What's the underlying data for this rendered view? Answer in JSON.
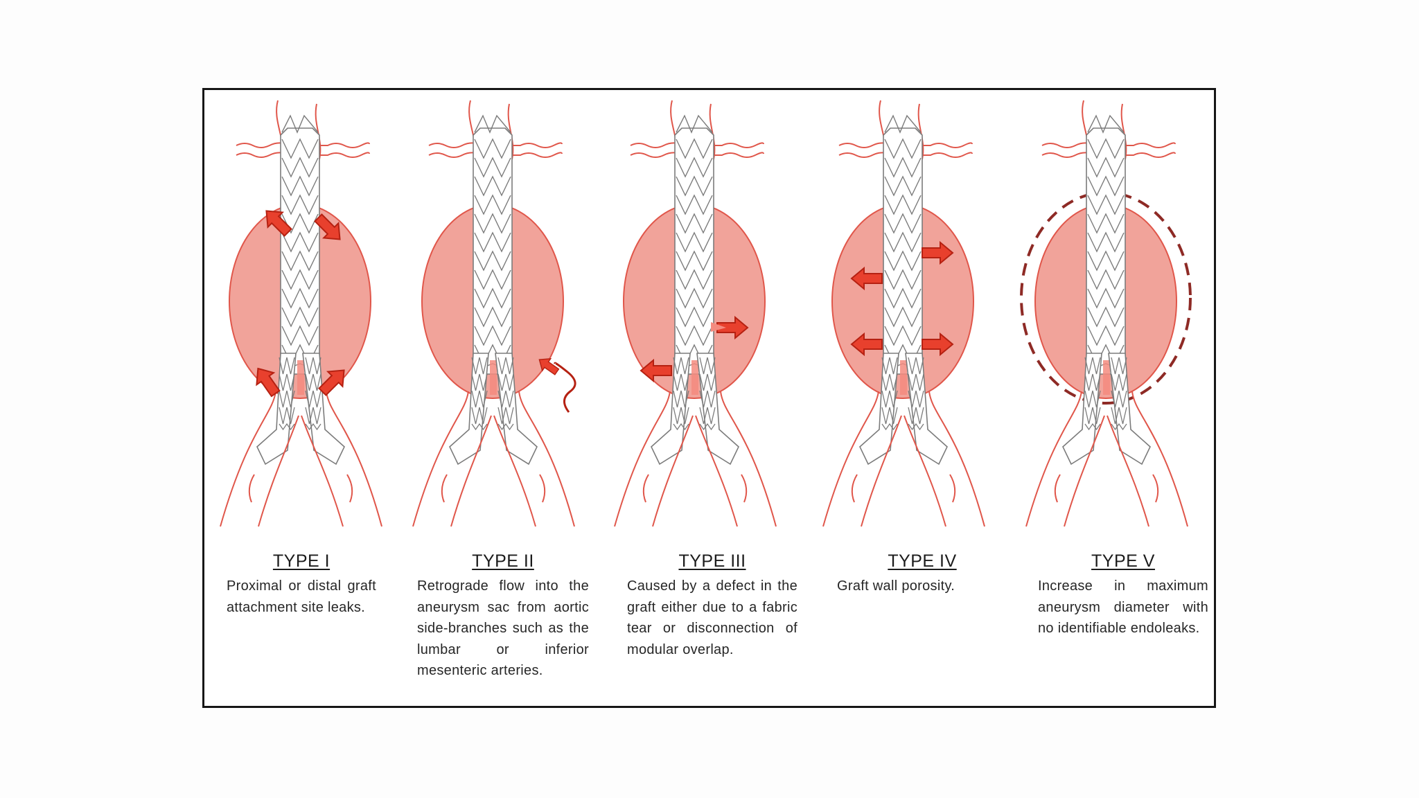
{
  "panels": [
    {
      "id": "type-1",
      "title": "TYPE I",
      "description": "Proximal or distal graft attachment site leaks."
    },
    {
      "id": "type-2",
      "title": "TYPE II",
      "description": "Retrograde flow into the aneurysm sac from aortic side-branches such as the lumbar or inferior mesenteric arteries."
    },
    {
      "id": "type-3",
      "title": "TYPE III",
      "description": "Caused by a defect in the graft either due to a fabric tear or disconnection of modular overlap."
    },
    {
      "id": "type-4",
      "title": "TYPE IV",
      "description": "Graft wall porosity."
    },
    {
      "id": "type-5",
      "title": "TYPE V",
      "description": "Increase in maximum aneurysm diameter with no identifiable endoleaks."
    }
  ],
  "colors": {
    "vessel_outline": "#e0564a",
    "aneurysm_fill": "#f1a39a",
    "leak_fill": "#f48b7f",
    "arrow_fill": "#e8402d",
    "arrow_stroke": "#b52112",
    "stent_stroke": "#7b7b7b",
    "dashed_outline": "#8e2a25",
    "frame_border": "#161616"
  }
}
